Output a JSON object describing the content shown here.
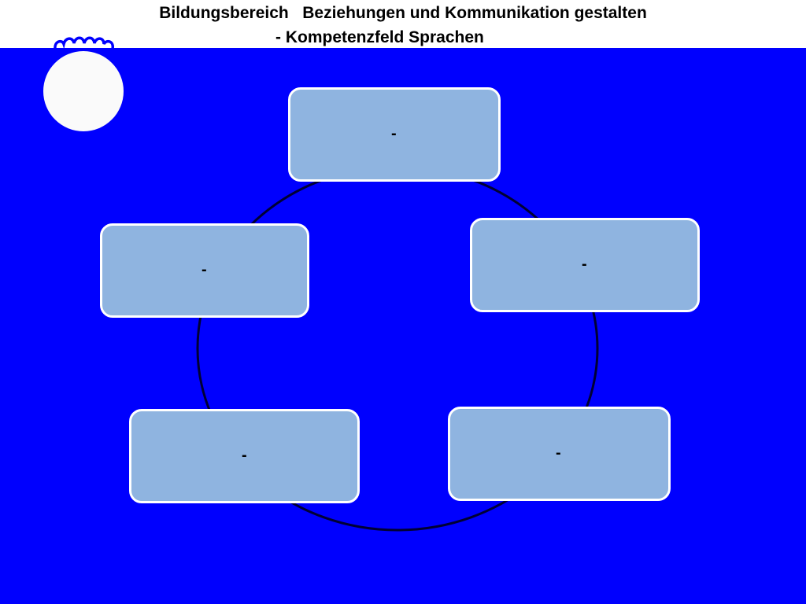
{
  "header": {
    "title_line_1": "Bildungsbereich   Beziehungen und Kommunikation gestalten",
    "title_line_2": "- Kompetenzfeld Sprachen"
  },
  "diagram": {
    "type": "cycle",
    "nodes": [
      {
        "id": "top",
        "label": "-"
      },
      {
        "id": "right",
        "label": "-"
      },
      {
        "id": "bottom-right",
        "label": "-"
      },
      {
        "id": "bottom-left",
        "label": "-"
      },
      {
        "id": "left",
        "label": "-"
      }
    ]
  },
  "logo": {
    "icon": "sun-icon"
  },
  "colors": {
    "background": "#0000fe",
    "header_background": "#ffffff",
    "node_fill": "#8fb4e0",
    "node_border": "#ffffff",
    "ring_stroke": "#000033",
    "logo_disc": "#fafafa",
    "logo_rays": "#0000fe"
  }
}
